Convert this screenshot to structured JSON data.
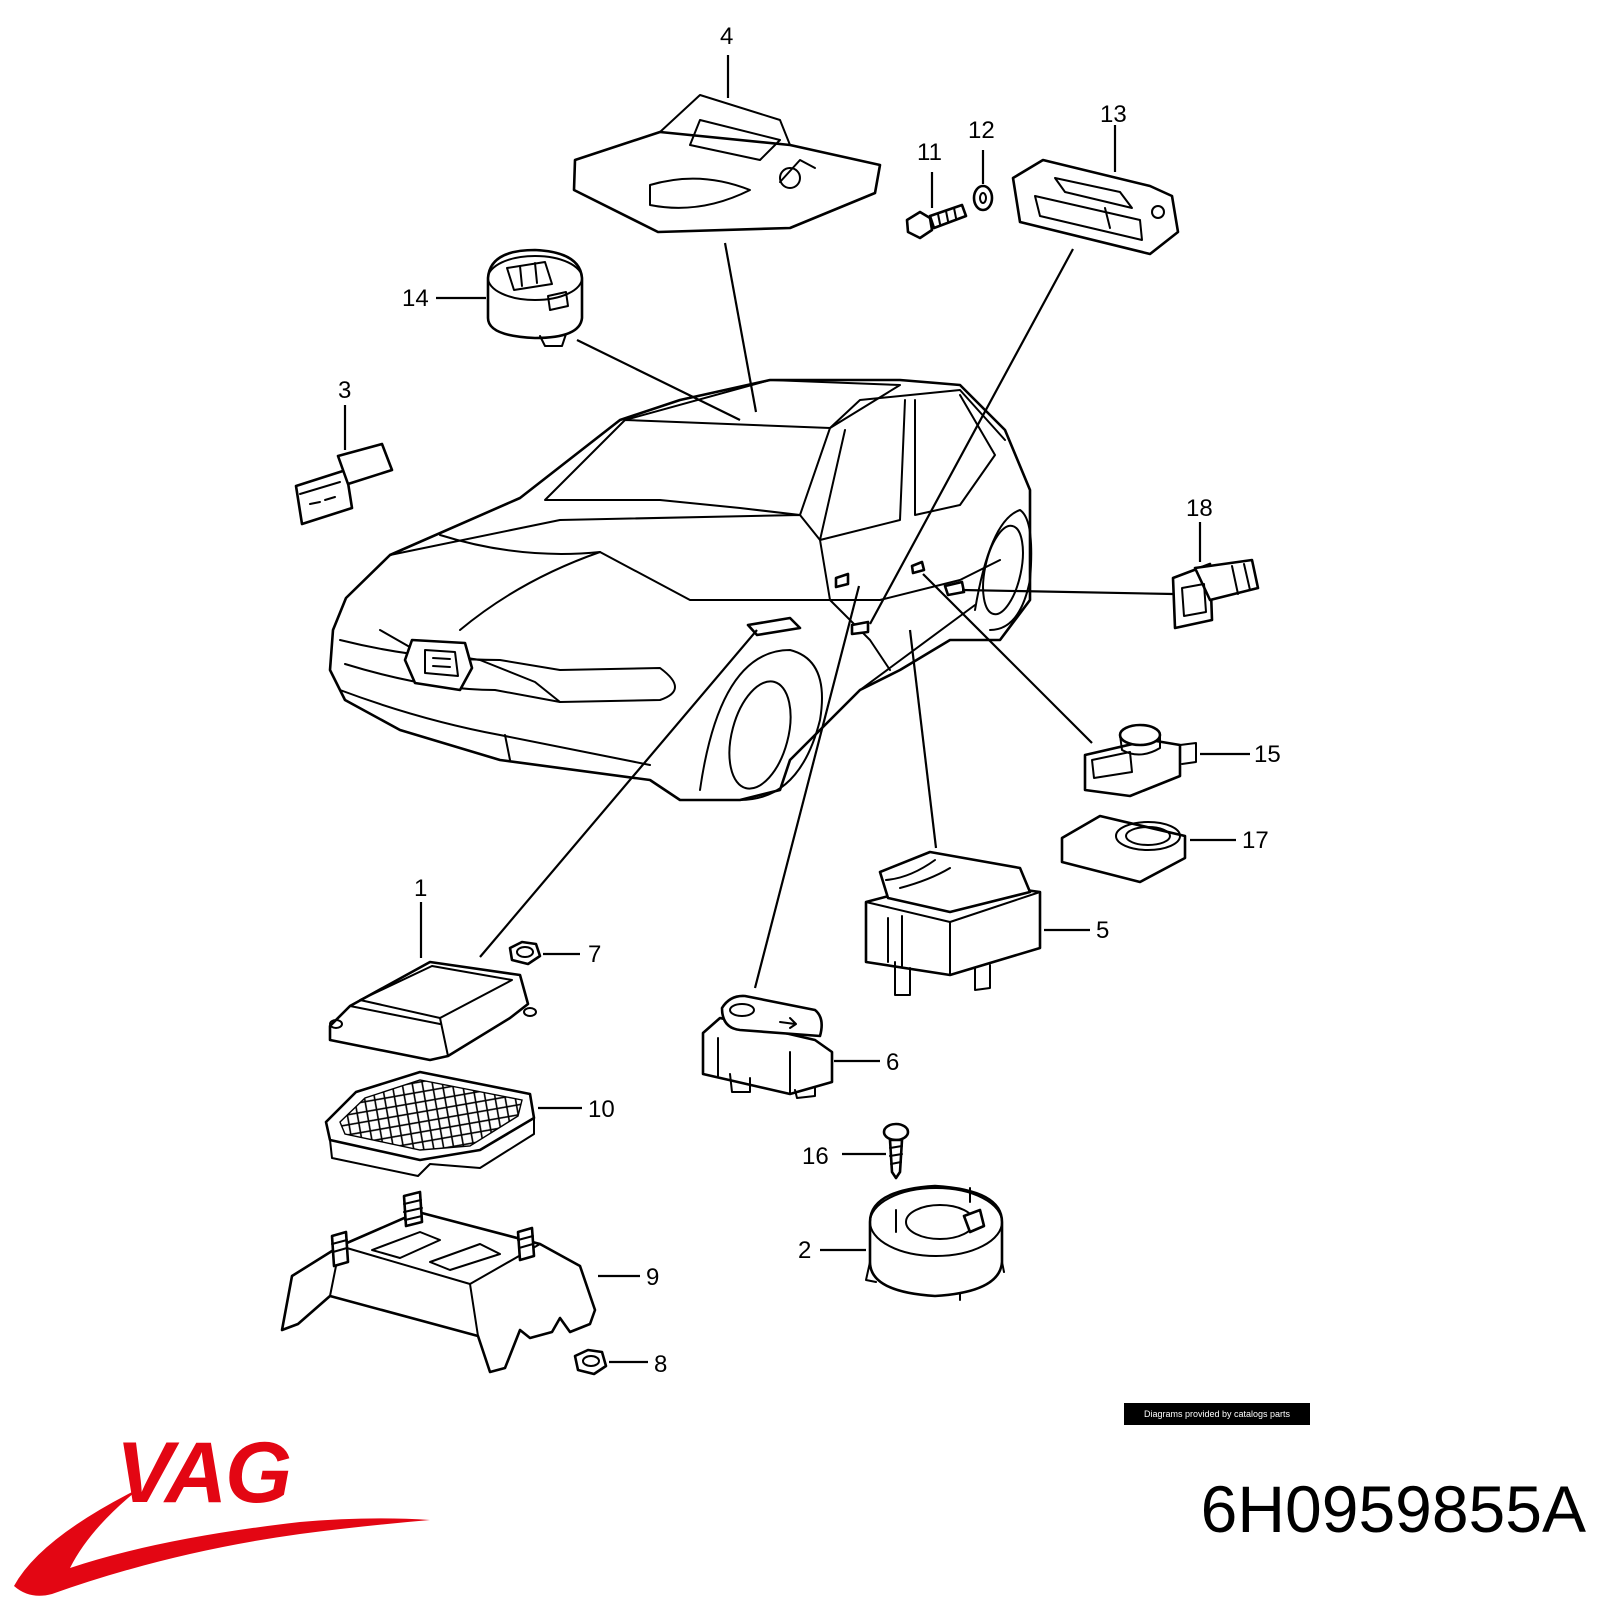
{
  "labels": [
    "1",
    "2",
    "3",
    "4",
    "5",
    "6",
    "7",
    "8",
    "9",
    "10",
    "11",
    "12",
    "13",
    "14",
    "15",
    "16",
    "17",
    "18"
  ],
  "credit": "Diagrams provided by catalogs parts",
  "brand": "VAG",
  "part_number": "6H0959855A",
  "colors": {
    "brand": "#e30613",
    "ink": "#000000",
    "paper": "#ffffff"
  }
}
